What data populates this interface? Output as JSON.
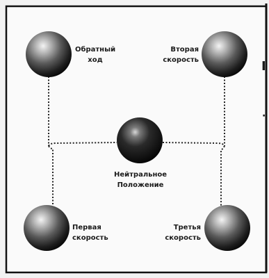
{
  "diagram": {
    "nodes": {
      "reverse": {
        "line1": "Обратный",
        "line2": "ход"
      },
      "second": {
        "line1": "Вторая",
        "line2": "скорость"
      },
      "neutral": {
        "line1": "Нейтральное",
        "line2": "Положение"
      },
      "first": {
        "line1": "Первая",
        "line2": "скорость"
      },
      "third": {
        "line1": "Третья",
        "line2": "скорость"
      }
    },
    "edge_marks": {
      "right_top": "I",
      "right_mid": "·"
    }
  }
}
